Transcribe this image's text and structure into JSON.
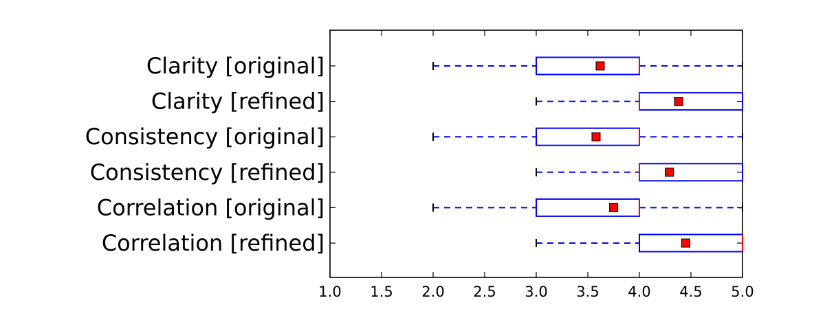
{
  "chart_data": {
    "type": "boxplot",
    "orientation": "horizontal",
    "categories": [
      "Clarity [original]",
      "Clarity [refined]",
      "Consistency [original]",
      "Consistency [refined]",
      "Correlation [original]",
      "Correlation [refined]"
    ],
    "boxes": [
      {
        "label": "Clarity [original]",
        "whisker_low": 2,
        "q1": 3,
        "median": 4,
        "q3": 4,
        "whisker_high": 5,
        "mean": 3.62
      },
      {
        "label": "Clarity [refined]",
        "whisker_low": 3,
        "q1": 4,
        "median": 4,
        "q3": 5,
        "whisker_high": 5,
        "mean": 4.38
      },
      {
        "label": "Consistency [original]",
        "whisker_low": 2,
        "q1": 3,
        "median": 4,
        "q3": 4,
        "whisker_high": 5,
        "mean": 3.58
      },
      {
        "label": "Consistency [refined]",
        "whisker_low": 3,
        "q1": 4,
        "median": 4,
        "q3": 5,
        "whisker_high": 5,
        "mean": 4.29
      },
      {
        "label": "Correlation [original]",
        "whisker_low": 2,
        "q1": 3,
        "median": 4,
        "q3": 4,
        "whisker_high": 5,
        "mean": 3.75
      },
      {
        "label": "Correlation [refined]",
        "whisker_low": 3,
        "q1": 4,
        "median": 5,
        "q3": 5,
        "whisker_high": 5,
        "mean": 4.45
      }
    ],
    "x_ticks": [
      "1.0",
      "1.5",
      "2.0",
      "2.5",
      "3.0",
      "3.5",
      "4.0",
      "4.5",
      "5.0"
    ],
    "xlim": [
      1.0,
      5.0
    ],
    "title": "",
    "xlabel": "",
    "ylabel": "",
    "grid": false,
    "legend": "none",
    "colors": {
      "box": "#0000ff",
      "whisker": "#0000ff",
      "median": "#ff0000",
      "mean_marker": "#ff0000",
      "axes": "#000000"
    }
  }
}
